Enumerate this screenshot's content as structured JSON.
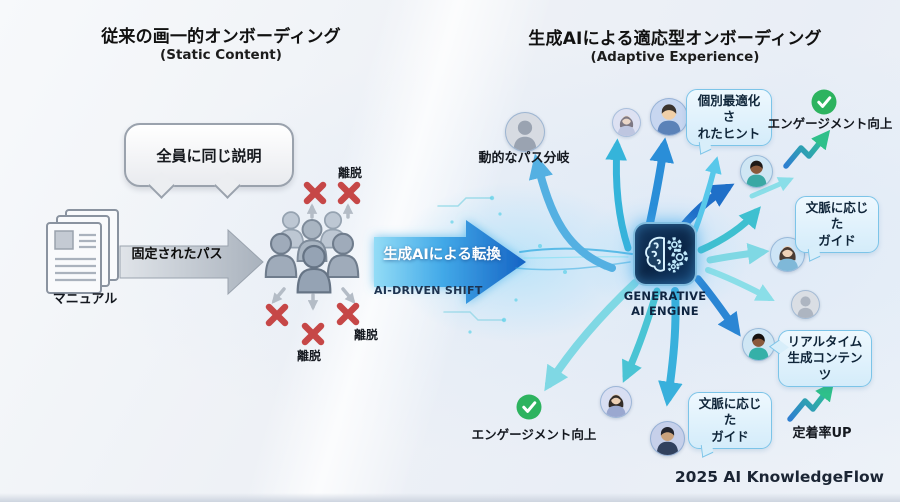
{
  "left": {
    "title": "従来の画一的オンボーディング",
    "subtitle": "(Static Content)",
    "speech_bubble": "全員に同じ説明",
    "manual_label": "マニュアル",
    "fixed_path_label": "固定されたパス",
    "dropout_top": "離脱",
    "dropout_bottom_right": "離脱",
    "dropout_bottom": "離脱"
  },
  "shift": {
    "label_jp": "生成AIによる転換",
    "label_en": "AI-DRIVEN SHIFT"
  },
  "right": {
    "title": "生成AIによる適応型オンボーディング",
    "subtitle": "(Adaptive Experience)",
    "dynamic_path_label": "動的なパス分岐",
    "engine_label": "GENERATIVE\nAI ENGINE",
    "bubble_personalized_hints": "個別最適化さ\nれたヒント",
    "bubble_context_guide_top": "文脈に応じた\nガイド",
    "bubble_realtime_content": "リアルタイム\n生成コンテンツ",
    "bubble_context_guide_bottom": "文脈に応じた\nガイド",
    "engagement_top": "エンゲージメント向上",
    "retention_up": "定着率UP",
    "engagement_bottom": "エンゲージメント向上"
  },
  "footer": {
    "credit": "2025 AI KnowledgeFlow"
  },
  "icons": {
    "check": "check-circle",
    "dropout": "red-x",
    "trend": "trend-up-arrow",
    "engine": "brain-gears",
    "manual": "document-stack",
    "crowd": "users-group"
  },
  "colors": {
    "accent_blue": "#1565c4",
    "teal": "#3fc0d0",
    "green": "#2db35f",
    "red_x": "#c64747",
    "gray_arrow": "#aeb7c1",
    "bubble_blue_bg": "#d8eefa"
  }
}
